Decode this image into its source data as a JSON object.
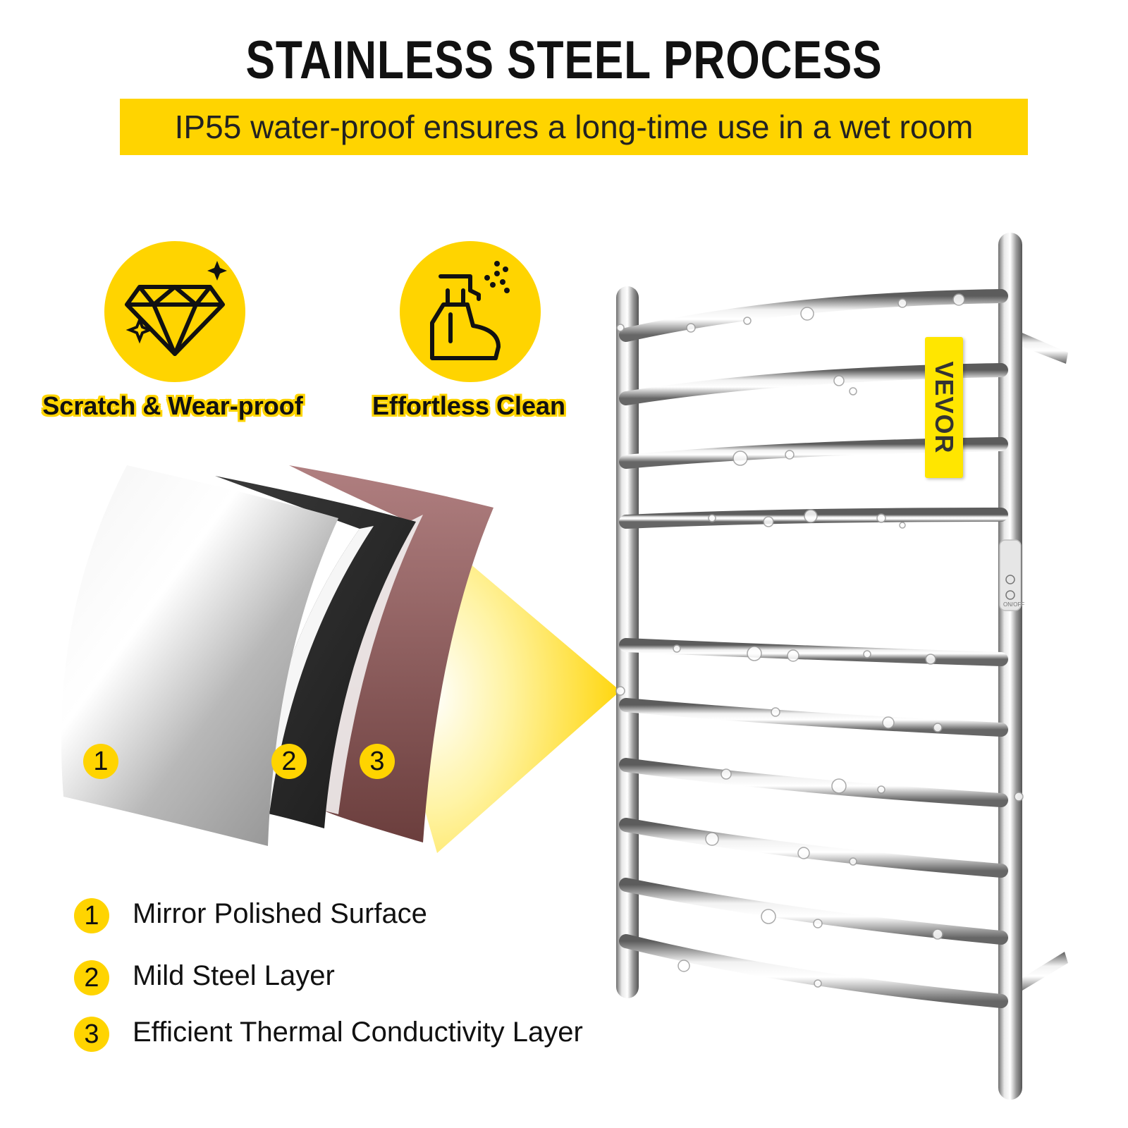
{
  "title": "STAINLESS STEEL PROCESS",
  "subtitle": "IP55 water-proof ensures a long-time use in a wet room",
  "features": [
    {
      "label": "Scratch & Wear-proof",
      "icon": "diamond-icon"
    },
    {
      "label": "Effortless Clean",
      "icon": "spray-bottle-icon"
    }
  ],
  "layers": [
    {
      "number": "1",
      "label": "Mirror Polished Surface",
      "color": "#c8c8c8"
    },
    {
      "number": "2",
      "label": "Mild Steel Layer",
      "color": "#222222"
    },
    {
      "number": "3",
      "label": "Efficient Thermal Conductivity Layer",
      "color": "#7a4a48"
    }
  ],
  "product": {
    "brand": "VEVOR",
    "control_label": "ON/OFF"
  },
  "colors": {
    "accent": "#ffd400",
    "text": "#111111"
  }
}
